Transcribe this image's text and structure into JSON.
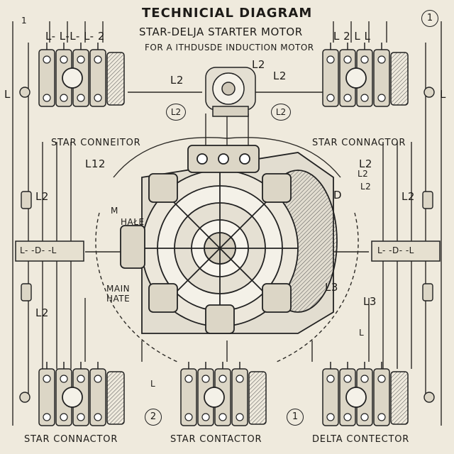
{
  "title": "TECHNICIAL DIAGRAM",
  "subtitle": "STAR-DELJA STARTER MOTOR",
  "subtitle2": "FOR A ITHDUSDE INDUCTION MOTOR",
  "captions": {
    "star_top_left": "STAR CONNEITOR",
    "star_top_right": "STAR CONNACTOR",
    "star_bottom_left": "STAR CONNACTOR",
    "star_bottom_center": "STAR CONTACTOR",
    "delta_bottom_right": "DELTA CONTECTOR",
    "main_hate": "MAIN\nHATE"
  },
  "labels": {
    "top_left_terminals": "L- L-L- L- 2",
    "top_right_terminals": "L 2 L L",
    "top_right_corner": "1",
    "top_left_mark": "1",
    "l_left": "L",
    "l_right": "L",
    "l2_a": "L2",
    "l2_b": "L2",
    "l2_c": "L2",
    "l2_d": "L2",
    "l2_circle_a": "L2",
    "l2_circle_b": "L2",
    "l12": "L12",
    "l2_left_mid": "L2",
    "l2_left_low": "L2",
    "l2_right_a": "L2",
    "l2_right_b": "L2",
    "l2_right_mid": "L2",
    "l3_center": "L3",
    "l3_right": "L3",
    "d_right": "D",
    "m_left": "M",
    "hate_left": "HAŁE",
    "l_small": "L",
    "l_small_2": "L",
    "circle_2": "2",
    "circle_1": "1",
    "left_box": "L- -D- -L",
    "right_box": "L- -D- -L"
  }
}
